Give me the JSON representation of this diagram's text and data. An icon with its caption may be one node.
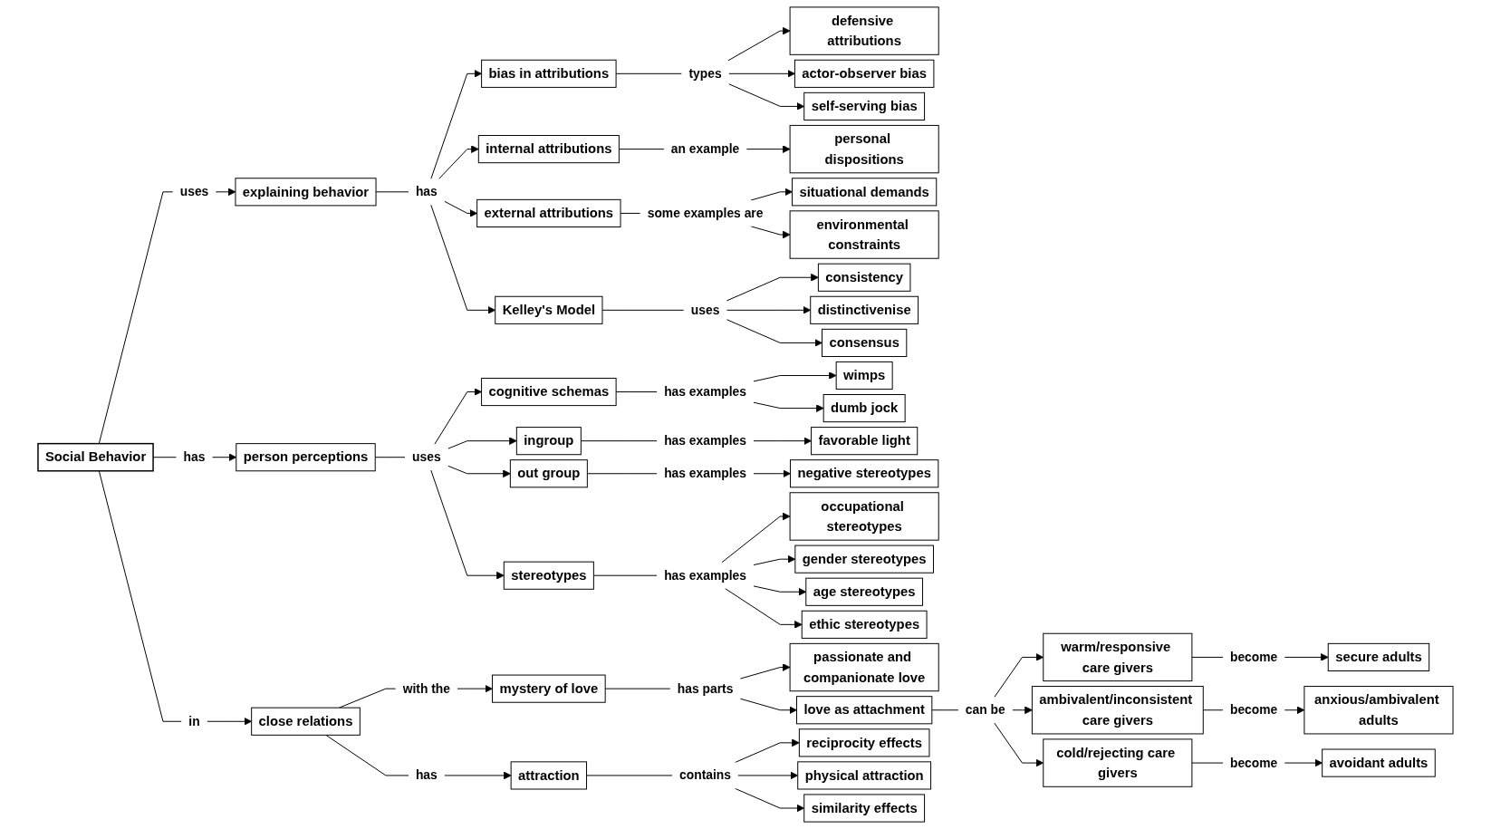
{
  "diagram": {
    "nodes": [
      {
        "text": [
          "Social Behavior"
        ]
      },
      {
        "text": [
          "uses"
        ]
      },
      {
        "text": [
          "explaining behavior"
        ]
      },
      {
        "text": [
          "has"
        ]
      },
      {
        "text": [
          "in"
        ]
      },
      {
        "text": [
          "person perceptions"
        ]
      },
      {
        "text": [
          "close relations"
        ]
      },
      {
        "text": [
          "has"
        ]
      },
      {
        "text": [
          "bias in attributions"
        ]
      },
      {
        "text": [
          "internal attributions"
        ]
      },
      {
        "text": [
          "external attributions"
        ]
      },
      {
        "text": [
          "Kelley's Model"
        ]
      },
      {
        "text": [
          "types"
        ]
      },
      {
        "text": [
          "defensive attributions"
        ]
      },
      {
        "text": [
          "actor-observer bias"
        ]
      },
      {
        "text": [
          "self-serving bias"
        ]
      },
      {
        "text": [
          "an example"
        ]
      },
      {
        "text": [
          "personal dispositions"
        ]
      },
      {
        "text": [
          "some examples are"
        ]
      },
      {
        "text": [
          "situational demands"
        ]
      },
      {
        "text": [
          "environmental constraints"
        ]
      },
      {
        "text": [
          "uses"
        ]
      },
      {
        "text": [
          "consistency"
        ]
      },
      {
        "text": [
          "distinctivenise"
        ]
      },
      {
        "text": [
          "consensus"
        ]
      },
      {
        "text": [
          "uses"
        ]
      },
      {
        "text": [
          "cognitive schemas"
        ]
      },
      {
        "text": [
          "ingroup"
        ]
      },
      {
        "text": [
          "out group"
        ]
      },
      {
        "text": [
          "stereotypes"
        ]
      },
      {
        "text": [
          "has examples"
        ]
      },
      {
        "text": [
          "wimps"
        ]
      },
      {
        "text": [
          "dumb jock"
        ]
      },
      {
        "text": [
          "has examples"
        ]
      },
      {
        "text": [
          "favorable light"
        ]
      },
      {
        "text": [
          "has examples"
        ]
      },
      {
        "text": [
          "negative stereotypes"
        ]
      },
      {
        "text": [
          "has examples"
        ]
      },
      {
        "text": [
          "occupational stereotypes"
        ]
      },
      {
        "text": [
          "gender stereotypes"
        ]
      },
      {
        "text": [
          "age stereotypes"
        ]
      },
      {
        "text": [
          "ethic stereotypes"
        ]
      },
      {
        "text": [
          "with the"
        ]
      },
      {
        "text": [
          "has"
        ]
      },
      {
        "text": [
          "mystery of love"
        ]
      },
      {
        "text": [
          "attraction"
        ]
      },
      {
        "text": [
          "has parts"
        ]
      },
      {
        "text": [
          "passionate and companionate love"
        ]
      },
      {
        "text": [
          "love as attachment"
        ]
      },
      {
        "text": [
          "contains"
        ]
      },
      {
        "text": [
          "reciprocity effects"
        ]
      },
      {
        "text": [
          "physical attraction"
        ]
      },
      {
        "text": [
          "similarity effects"
        ]
      },
      {
        "text": [
          "can be"
        ]
      },
      {
        "text": [
          "warm/responsive care givers"
        ]
      },
      {
        "text": [
          "ambivalent/inconsistent care givers"
        ]
      },
      {
        "text": [
          "cold/rejecting care givers"
        ]
      },
      {
        "text": [
          "become"
        ]
      },
      {
        "text": [
          "secure adults"
        ]
      },
      {
        "text": [
          "become"
        ]
      },
      {
        "text": [
          "anxious/ambivalent adults"
        ]
      },
      {
        "text": [
          "become"
        ]
      },
      {
        "text": [
          "avoidant adults"
        ]
      }
    ],
    "edges": [
      {
        "from": 0,
        "to": 1,
        "arrow": "none"
      },
      {
        "from": 1,
        "to": 2,
        "arrow": "to"
      },
      {
        "from": 0,
        "to": 3,
        "arrow": "none"
      },
      {
        "from": 3,
        "to": 5,
        "arrow": "to"
      },
      {
        "from": 0,
        "to": 4,
        "arrow": "none"
      },
      {
        "from": 4,
        "to": 6,
        "arrow": "to"
      },
      {
        "from": 2,
        "to": 7,
        "arrow": "none"
      },
      {
        "from": 7,
        "to": 8,
        "arrow": "to"
      },
      {
        "from": 7,
        "to": 9,
        "arrow": "to"
      },
      {
        "from": 7,
        "to": 10,
        "arrow": "to"
      },
      {
        "from": 7,
        "to": 11,
        "arrow": "to"
      },
      {
        "from": 8,
        "to": 12,
        "arrow": "none"
      },
      {
        "from": 12,
        "to": 13,
        "arrow": "to"
      },
      {
        "from": 12,
        "to": 14,
        "arrow": "to"
      },
      {
        "from": 12,
        "to": 15,
        "arrow": "to"
      },
      {
        "from": 9,
        "to": 16,
        "arrow": "none"
      },
      {
        "from": 16,
        "to": 17,
        "arrow": "to"
      },
      {
        "from": 10,
        "to": 18,
        "arrow": "none"
      },
      {
        "from": 18,
        "to": 19,
        "arrow": "to"
      },
      {
        "from": 18,
        "to": 20,
        "arrow": "to"
      },
      {
        "from": 11,
        "to": 21,
        "arrow": "none"
      },
      {
        "from": 21,
        "to": 22,
        "arrow": "to"
      },
      {
        "from": 21,
        "to": 23,
        "arrow": "to"
      },
      {
        "from": 21,
        "to": 24,
        "arrow": "to"
      },
      {
        "from": 5,
        "to": 25,
        "arrow": "none"
      },
      {
        "from": 25,
        "to": 26,
        "arrow": "to"
      },
      {
        "from": 25,
        "to": 27,
        "arrow": "to"
      },
      {
        "from": 25,
        "to": 28,
        "arrow": "to"
      },
      {
        "from": 25,
        "to": 29,
        "arrow": "to"
      },
      {
        "from": 26,
        "to": 30,
        "arrow": "none"
      },
      {
        "from": 30,
        "to": 31,
        "arrow": "to"
      },
      {
        "from": 30,
        "to": 32,
        "arrow": "to"
      },
      {
        "from": 27,
        "to": 33,
        "arrow": "none"
      },
      {
        "from": 33,
        "to": 34,
        "arrow": "to"
      },
      {
        "from": 28,
        "to": 35,
        "arrow": "none"
      },
      {
        "from": 35,
        "to": 36,
        "arrow": "to"
      },
      {
        "from": 29,
        "to": 37,
        "arrow": "none"
      },
      {
        "from": 37,
        "to": 38,
        "arrow": "to"
      },
      {
        "from": 37,
        "to": 39,
        "arrow": "to"
      },
      {
        "from": 37,
        "to": 40,
        "arrow": "to"
      },
      {
        "from": 37,
        "to": 41,
        "arrow": "to"
      },
      {
        "from": 6,
        "to": 42,
        "arrow": "none"
      },
      {
        "from": 42,
        "to": 44,
        "arrow": "to"
      },
      {
        "from": 6,
        "to": 43,
        "arrow": "none"
      },
      {
        "from": 43,
        "to": 45,
        "arrow": "to"
      },
      {
        "from": 44,
        "to": 46,
        "arrow": "none"
      },
      {
        "from": 46,
        "to": 47,
        "arrow": "to"
      },
      {
        "from": 46,
        "to": 48,
        "arrow": "to"
      },
      {
        "from": 45,
        "to": 49,
        "arrow": "none"
      },
      {
        "from": 49,
        "to": 50,
        "arrow": "to"
      },
      {
        "from": 49,
        "to": 51,
        "arrow": "to"
      },
      {
        "from": 49,
        "to": 52,
        "arrow": "to"
      },
      {
        "from": 48,
        "to": 53,
        "arrow": "none"
      },
      {
        "from": 53,
        "to": 54,
        "arrow": "to"
      },
      {
        "from": 53,
        "to": 55,
        "arrow": "to"
      },
      {
        "from": 53,
        "to": 56,
        "arrow": "to"
      },
      {
        "from": 54,
        "to": 57,
        "arrow": "none"
      },
      {
        "from": 57,
        "to": 58,
        "arrow": "to"
      },
      {
        "from": 55,
        "to": 59,
        "arrow": "none"
      },
      {
        "from": 59,
        "to": 60,
        "arrow": "to"
      },
      {
        "from": 56,
        "to": 61,
        "arrow": "none"
      },
      {
        "from": 61,
        "to": 62,
        "arrow": "to"
      }
    ]
  }
}
